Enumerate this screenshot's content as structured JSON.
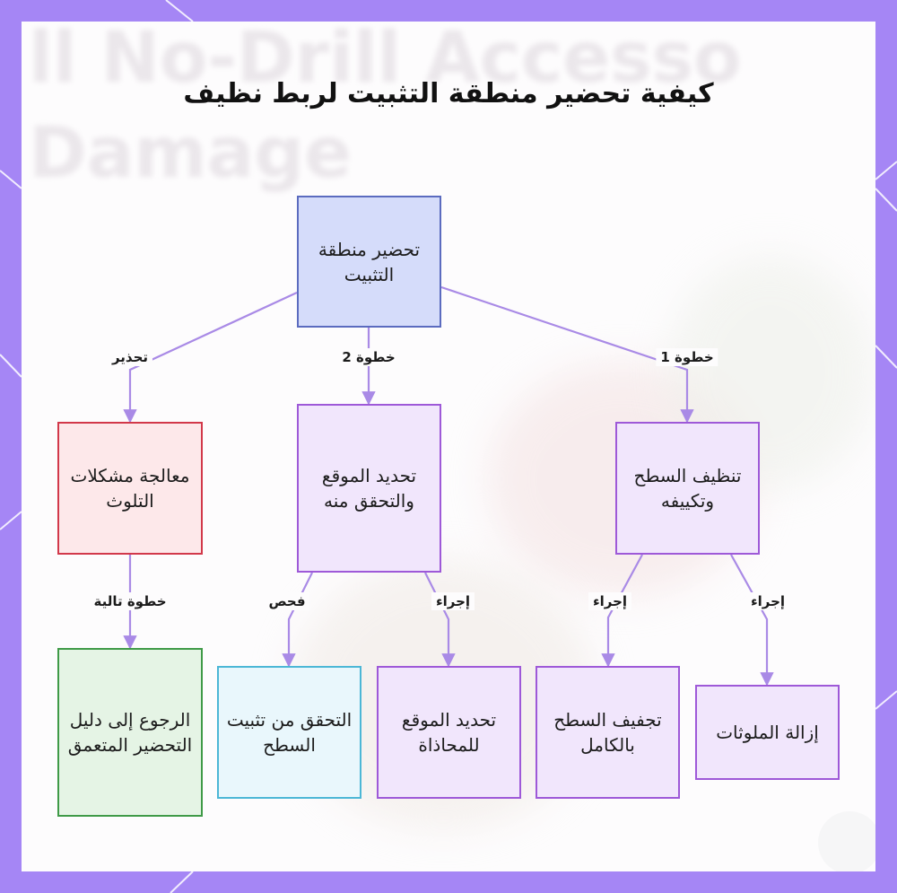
{
  "title": "كيفية تحضير منطقة التثبيت لربط نظيف",
  "background_text": {
    "line1": "ll No-Drill Accesso",
    "line2": "Damage"
  },
  "colors": {
    "frame": "#a586f5",
    "edge": "#a98ae6",
    "root_fill": "#d5dcfa",
    "root_border": "#5b6bbf",
    "step_fill": "#f1e6fc",
    "step_border": "#9e59d8",
    "warning_fill": "#fde8ea",
    "warning_border": "#d2384a",
    "next_fill": "#e5f4e5",
    "next_border": "#3f9a47",
    "check_fill": "#e9f7fc",
    "check_border": "#4cb7d6"
  },
  "nodes": {
    "root": "تحضير منطقة التثبيت",
    "warning": "معالجة مشكلات التلوث",
    "step2": "تحديد الموقع والتحقق منه",
    "step1": "تنظيف السطح وتكييفه",
    "next": "الرجوع إلى دليل التحضير المتعمق",
    "check": "التحقق من تثبيت السطح",
    "align": "تحديد الموقع للمحاذاة",
    "dry": "تجفيف السطح بالكامل",
    "remove": "إزالة الملوثات"
  },
  "edges": {
    "root_warning": "تحذير",
    "root_step2": "خطوة 2",
    "root_step1": "خطوة 1",
    "warning_next": "خطوة تالية",
    "step2_check": "فحص",
    "step2_align": "إجراء",
    "step1_dry": "إجراء",
    "step1_remove": "إجراء"
  }
}
